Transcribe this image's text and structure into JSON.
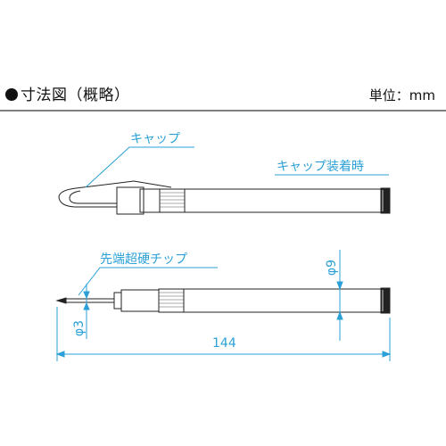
{
  "header": {
    "title": "寸法図（概略）",
    "unit_label": "単位：mm"
  },
  "labels": {
    "cap": "キャップ",
    "cap_attached": "キャップ装着時",
    "carbide_tip": "先端超硬チップ",
    "dia_tip": "φ3",
    "dia_body": "φ9",
    "length": "144"
  },
  "colors": {
    "dimension": "#2aa0d6",
    "outline": "#222222",
    "divider": "#333333"
  }
}
